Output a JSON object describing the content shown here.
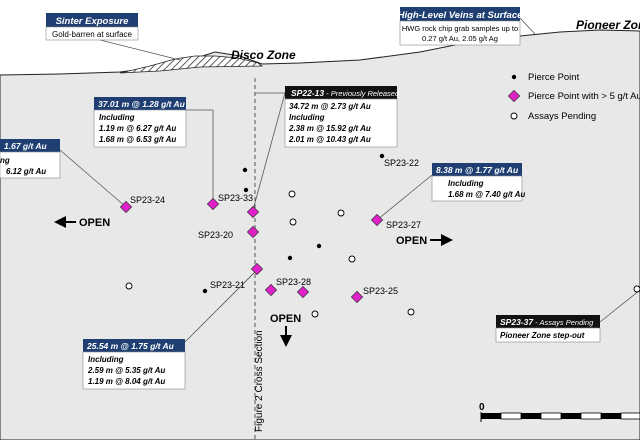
{
  "header": {
    "sinter_title": "Sinter Exposure",
    "sinter_sub": "Gold-barren at surface",
    "veins_title": "High-Level Veins at Surface",
    "veins_line1": "HWG rock chip grab samples up to",
    "veins_line2": "0.27 g/t Au, 2.05 g/t Ag",
    "disco_zone": "Disco Zone",
    "pioneer_zone": "Pioneer Zon"
  },
  "legend": {
    "pierce_point": "Pierce Point",
    "pierce_point_high": "Pierce Point with > 5 g/t Au",
    "assays_pending": "Assays Pending"
  },
  "callouts": {
    "left_cut": {
      "title": "1.67 g/t Au",
      "line1": "ng",
      "line2": "6.12 g/t Au"
    },
    "c3701": {
      "title": "37.01 m @ 1.28 g/t Au",
      "including": "Including",
      "line1": "1.19 m @ 6.27 g/t Au",
      "line2": "1.68 m @ 6.53 g/t Au"
    },
    "sp2213": {
      "title": "SP22-13",
      "title_suffix": " - Previously Released",
      "line1": "34.72 m @ 2.73 g/t Au",
      "including": "Including",
      "line2": "2.38 m @ 15.92 g/t Au",
      "line3": "2.01 m @ 10.43 g/t Au"
    },
    "c838": {
      "title": "8.38 m @ 1.77 g/t Au",
      "including": "Including",
      "line1": "1.68 m @ 7.40 g/t Au"
    },
    "c2554": {
      "title": "25.54 m @ 1.75 g/t Au",
      "including": "Including",
      "line1": "2.59 m @ 5.35 g/t Au",
      "line2": "1.19 m @ 8.04 g/t Au"
    },
    "sp2337": {
      "title": "SP23-37",
      "title_suffix": " - Assays Pending",
      "line1": "Pioneer Zone step-out"
    }
  },
  "labels": {
    "sp2322": "SP23-22",
    "sp2324": "SP23-24",
    "sp2333": "SP23-33",
    "sp2320": "SP23-20",
    "sp2327": "SP23-27",
    "sp2321": "SP23-21",
    "sp2328": "SP23-28",
    "sp2325": "SP23-25"
  },
  "open": {
    "left": "OPEN",
    "right": "OPEN",
    "down": "OPEN"
  },
  "section_label": "Figure 2 Cross Section",
  "scale_zero": "0",
  "colors": {
    "callout_blue": "#1f3f73",
    "high_grade_magenta": "#e020c8",
    "background_grey": "#e8e8e8"
  }
}
